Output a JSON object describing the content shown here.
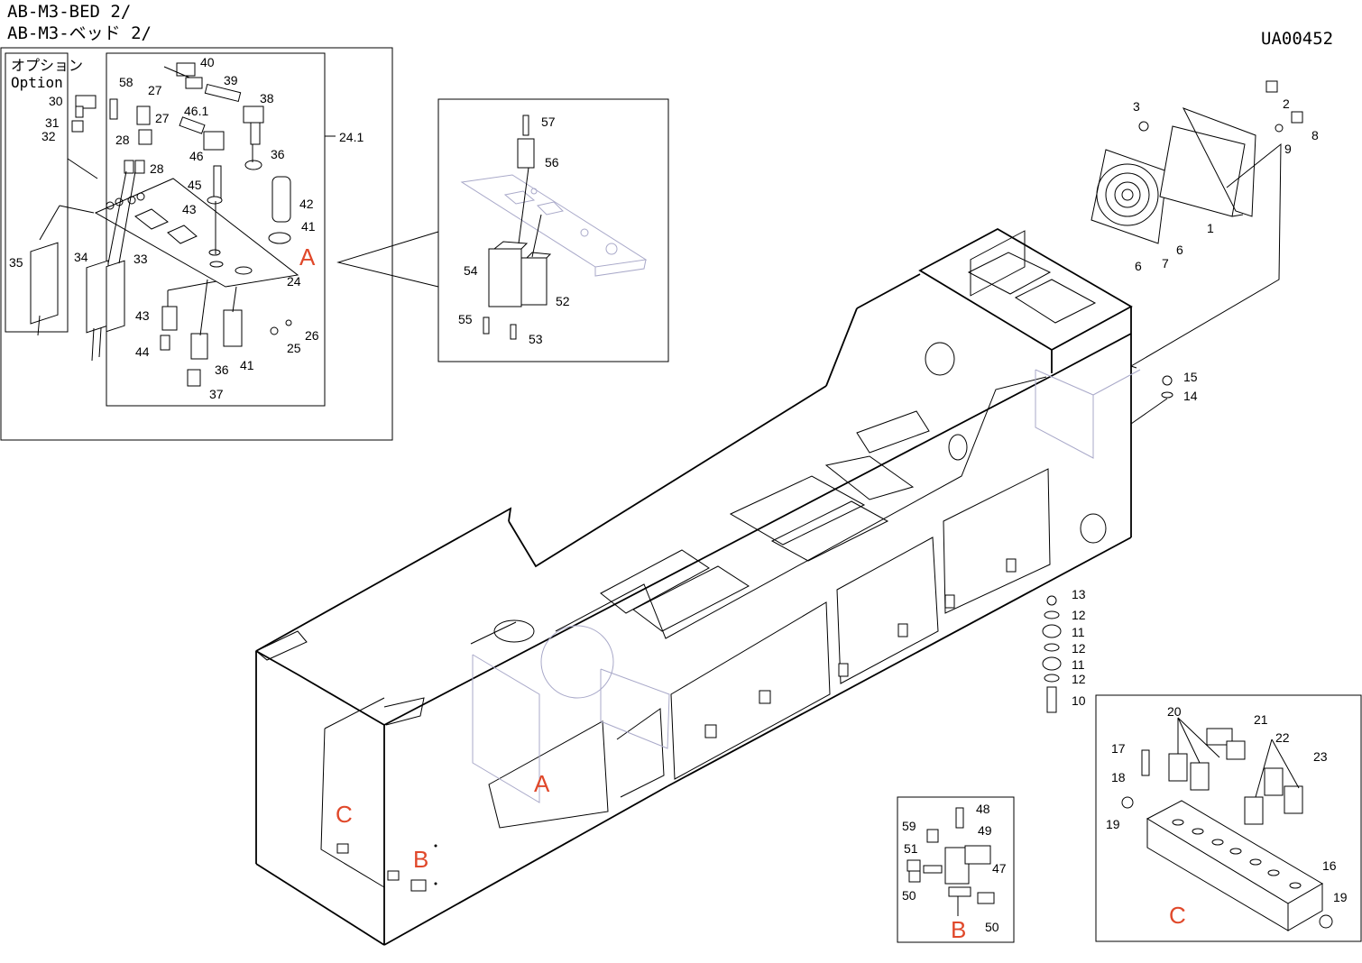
{
  "header": {
    "line1": "AB-M3-BED 2/",
    "line2": "AB-M3-ベッド 2/",
    "code": "UA00452"
  },
  "option_box": {
    "jp": "オプション",
    "en": "Option"
  },
  "callouts": {
    "A": "A",
    "B": "B",
    "C": "C"
  },
  "part_labels": [
    {
      "id": "p40",
      "text": "40"
    },
    {
      "id": "p39",
      "text": "39"
    },
    {
      "id": "p38",
      "text": "38"
    },
    {
      "id": "p58",
      "text": "58"
    },
    {
      "id": "p27a",
      "text": "27"
    },
    {
      "id": "p27b",
      "text": "27"
    },
    {
      "id": "p461",
      "text": "46.1"
    },
    {
      "id": "p46",
      "text": "46"
    },
    {
      "id": "p28a",
      "text": "28"
    },
    {
      "id": "p28b",
      "text": "28"
    },
    {
      "id": "p36a",
      "text": "36"
    },
    {
      "id": "p45",
      "text": "45"
    },
    {
      "id": "p42",
      "text": "42"
    },
    {
      "id": "p43a",
      "text": "43"
    },
    {
      "id": "p41a",
      "text": "41"
    },
    {
      "id": "p30",
      "text": "30"
    },
    {
      "id": "p31",
      "text": "31"
    },
    {
      "id": "p32",
      "text": "32"
    },
    {
      "id": "p35",
      "text": "35"
    },
    {
      "id": "p34",
      "text": "34"
    },
    {
      "id": "p33",
      "text": "33"
    },
    {
      "id": "p24",
      "text": "24"
    },
    {
      "id": "p241",
      "text": "24.1"
    },
    {
      "id": "p43b",
      "text": "43"
    },
    {
      "id": "p44",
      "text": "44"
    },
    {
      "id": "p26",
      "text": "26"
    },
    {
      "id": "p25",
      "text": "25"
    },
    {
      "id": "p36b",
      "text": "36"
    },
    {
      "id": "p41b",
      "text": "41"
    },
    {
      "id": "p37",
      "text": "37"
    },
    {
      "id": "p57",
      "text": "57"
    },
    {
      "id": "p56",
      "text": "56"
    },
    {
      "id": "p54",
      "text": "54"
    },
    {
      "id": "p52",
      "text": "52"
    },
    {
      "id": "p55",
      "text": "55"
    },
    {
      "id": "p53",
      "text": "53"
    },
    {
      "id": "p3",
      "text": "3"
    },
    {
      "id": "p2",
      "text": "2"
    },
    {
      "id": "p8",
      "text": "8"
    },
    {
      "id": "p9",
      "text": "9"
    },
    {
      "id": "p1",
      "text": "1"
    },
    {
      "id": "p6a",
      "text": "6"
    },
    {
      "id": "p6b",
      "text": "6"
    },
    {
      "id": "p7",
      "text": "7"
    },
    {
      "id": "p15",
      "text": "15"
    },
    {
      "id": "p14",
      "text": "14"
    },
    {
      "id": "p13",
      "text": "13"
    },
    {
      "id": "p12a",
      "text": "12"
    },
    {
      "id": "p11a",
      "text": "11"
    },
    {
      "id": "p12b",
      "text": "12"
    },
    {
      "id": "p11b",
      "text": "11"
    },
    {
      "id": "p12c",
      "text": "12"
    },
    {
      "id": "p10",
      "text": "10"
    },
    {
      "id": "p20",
      "text": "20"
    },
    {
      "id": "p21",
      "text": "21"
    },
    {
      "id": "p22",
      "text": "22"
    },
    {
      "id": "p17",
      "text": "17"
    },
    {
      "id": "p23",
      "text": "23"
    },
    {
      "id": "p18",
      "text": "18"
    },
    {
      "id": "p19a",
      "text": "19"
    },
    {
      "id": "p16",
      "text": "16"
    },
    {
      "id": "p19b",
      "text": "19"
    },
    {
      "id": "p48",
      "text": "48"
    },
    {
      "id": "p59",
      "text": "59"
    },
    {
      "id": "p49",
      "text": "49"
    },
    {
      "id": "p51",
      "text": "51"
    },
    {
      "id": "p47",
      "text": "47"
    },
    {
      "id": "p50a",
      "text": "50"
    },
    {
      "id": "p50b",
      "text": "50"
    }
  ]
}
